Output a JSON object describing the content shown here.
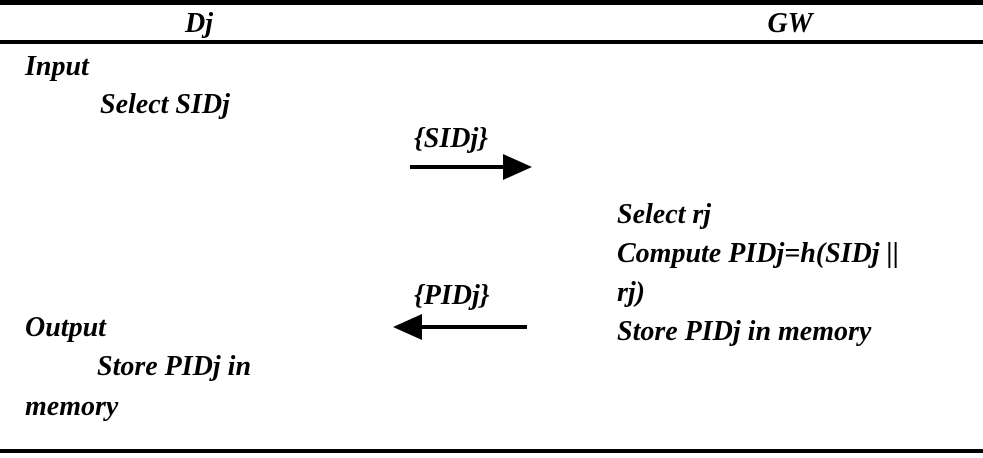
{
  "diagram": {
    "title_context": "Device registration message flow",
    "columns": [
      {
        "id": "device",
        "label": "Dj"
      },
      {
        "id": "gateway",
        "label": "GW"
      }
    ],
    "device_steps": {
      "input_label": "Input",
      "input_step": "Select SIDj",
      "output_label": "Output",
      "output_step_line1": "Store PIDj in",
      "output_step_line2": "memory"
    },
    "messages": [
      {
        "label": "{SIDj}",
        "direction": "right",
        "from": "Dj",
        "to": "GW"
      },
      {
        "label": "{PIDj}",
        "direction": "left",
        "from": "GW",
        "to": "Dj"
      }
    ],
    "gateway_steps": [
      "Select rj",
      "Compute PIDj=h(SIDj ||",
      "rj)",
      "Store PIDj in memory"
    ],
    "colors": {
      "text": "#000000",
      "line": "#000000",
      "background": "#ffffff"
    }
  }
}
